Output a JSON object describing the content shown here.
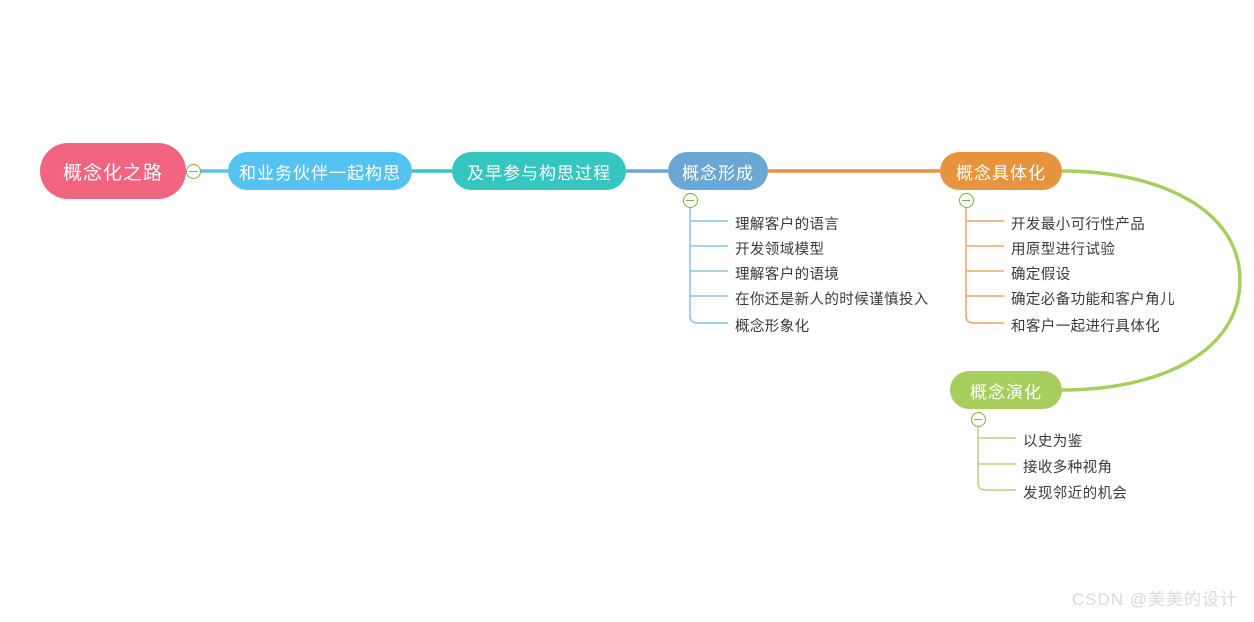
{
  "diagram": {
    "type": "mindmap",
    "title": "概念化之路",
    "background": "#ffffff"
  },
  "colors": {
    "root": "#f2647f",
    "blue_light": "#55c3ef",
    "teal": "#36c6c0",
    "blue_muted": "#6ba7d4",
    "orange": "#e8943f",
    "green": "#a5ce5c",
    "leaf_text": "#3a3a3a",
    "toggle_stroke": "#7fae3f",
    "watermark": "#d9d9d9"
  },
  "nodes": {
    "root": {
      "label": "概念化之路",
      "color": "#f2647f"
    },
    "n1": {
      "label": "和业务伙伴一起构思",
      "color": "#55c3ef"
    },
    "n2": {
      "label": "及早参与构思过程",
      "color": "#36c6c0"
    },
    "n3": {
      "label": "概念形成",
      "color": "#6ba7d4"
    },
    "n4": {
      "label": "概念具体化",
      "color": "#e8943f"
    },
    "n5": {
      "label": "概念演化",
      "color": "#a5ce5c"
    }
  },
  "branches": {
    "concept_forming": {
      "parent": "概念形成",
      "line_color": "#8cc3e3",
      "items": [
        "理解客户的语言",
        "开发领域模型",
        "理解客户的语境",
        "在你还是新人的时候谨慎投入",
        "概念形象化"
      ]
    },
    "concept_concrete": {
      "parent": "概念具体化",
      "line_color": "#e8a764",
      "items": [
        "开发最小可行性产品",
        "用原型进行试验",
        "确定假设",
        "确定必备功能和客户角儿",
        "和客户一起进行具体化"
      ]
    },
    "concept_evolve": {
      "parent": "概念演化",
      "line_color": "#b5d47a",
      "items": [
        "以史为鉴",
        "接收多种视角",
        "发现邻近的机会"
      ]
    }
  },
  "toggles": [
    {
      "name": "toggle-root",
      "state": "expanded"
    },
    {
      "name": "toggle-concept-forming",
      "state": "expanded"
    },
    {
      "name": "toggle-concept-concrete",
      "state": "expanded"
    },
    {
      "name": "toggle-concept-evolve",
      "state": "expanded"
    }
  ],
  "watermark": {
    "text": "CSDN @美美的设计"
  }
}
